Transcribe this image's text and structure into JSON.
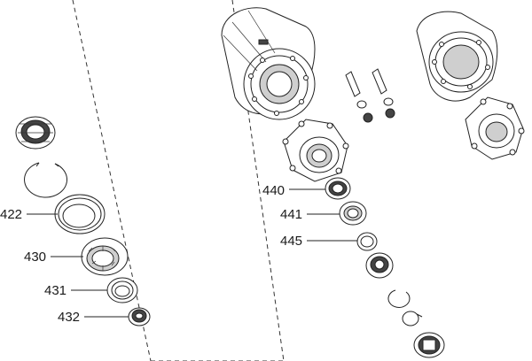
{
  "callouts": [
    {
      "id": "422",
      "label": "422"
    },
    {
      "id": "430",
      "label": "430"
    },
    {
      "id": "431",
      "label": "431"
    },
    {
      "id": "432",
      "label": "432"
    },
    {
      "id": "440",
      "label": "440"
    },
    {
      "id": "441",
      "label": "441"
    },
    {
      "id": "445",
      "label": "445"
    }
  ]
}
